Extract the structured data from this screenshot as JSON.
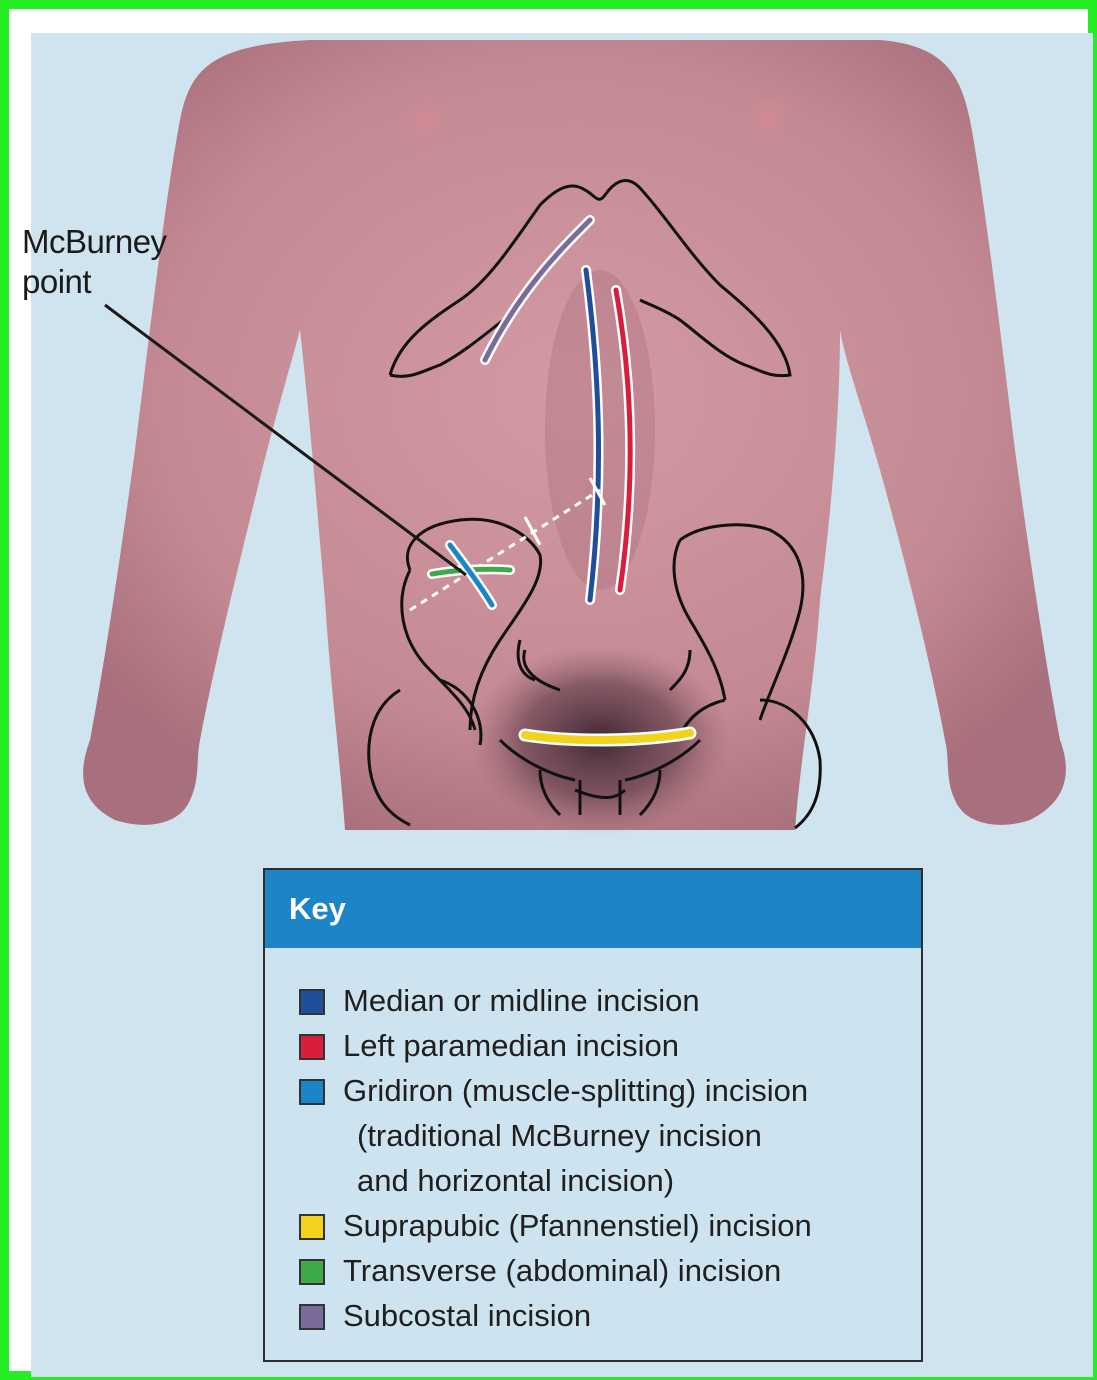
{
  "callout": {
    "line1": "McBurney",
    "line2": "point"
  },
  "key": {
    "title": "Key",
    "items": [
      {
        "label": "Median or midline incision",
        "color": "#1f4f9a"
      },
      {
        "label": "Left paramedian incision",
        "color": "#d81e3c"
      },
      {
        "label": "Gridiron (muscle-splitting) incision",
        "color": "#1a86c8",
        "continuation": [
          "(traditional McBurney incision",
          "and horizontal incision)"
        ]
      },
      {
        "label": "Suprapubic (Pfannenstiel) incision",
        "color": "#f2d21c"
      },
      {
        "label": "Transverse (abdominal) incision",
        "color": "#3daa4a"
      },
      {
        "label": "Subcostal incision",
        "color": "#7a6b9a"
      }
    ]
  },
  "colors": {
    "frame": "#22ee22",
    "background": "#cfe4ef",
    "skin": "#c98e98",
    "key_header": "#1d84c8"
  }
}
